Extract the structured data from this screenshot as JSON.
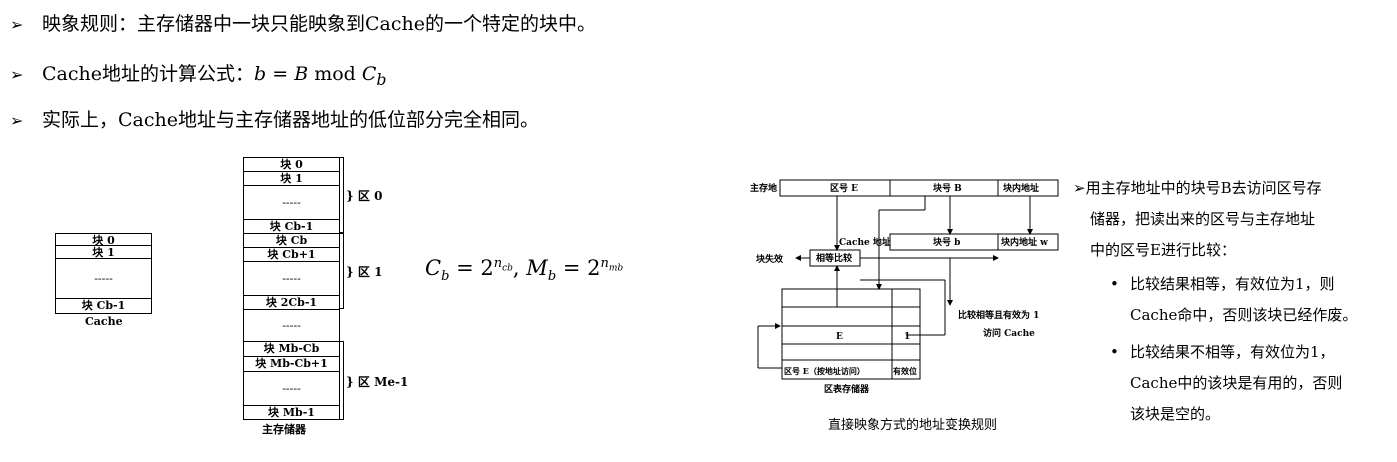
{
  "bullets": [
    {
      "marker": "➢",
      "text": "映象规则：主存储器中一块只能映象到Cache的一个特定的块中。"
    },
    {
      "marker": "➢",
      "prefix": "Cache地址的计算公式：",
      "formula": {
        "lhs": "b",
        "eq": "=",
        "var": "B",
        "op": "mod",
        "rhs_base": "C",
        "rhs_sub": "b"
      }
    },
    {
      "marker": "➢",
      "text": "实际上，Cache地址与主存储器地址的低位部分完全相同。"
    }
  ],
  "cache_box": {
    "rows": [
      "块 0",
      "块 1",
      "-----",
      "块 Cb-1"
    ],
    "label": "Cache"
  },
  "main_memory": {
    "rows": [
      "块 0",
      "块 1",
      "-----",
      "块 Cb-1",
      "块 Cb",
      "块 Cb+1",
      "-----",
      "块 2Cb-1",
      "-----",
      "块 Mb-Cb",
      "块 Mb-Cb+1",
      "-----",
      "块 Mb-1"
    ],
    "regions": [
      "区 0",
      "区 1",
      "区 Me-1"
    ],
    "label": "主存储器"
  },
  "formula2": {
    "lhs": "C",
    "lhs_sub": "b",
    "base": "2",
    "exp1_base": "n",
    "exp1_sub": "cb",
    "sep": ",",
    "rhs": "M",
    "rhs_sub": "b",
    "exp2_base": "n",
    "exp2_sub": "mb"
  },
  "translation_diagram": {
    "main_addr_label": "主存地",
    "main_fields": [
      "区号 E",
      "块号 B",
      "块内地址"
    ],
    "cache_addr_label": "Cache 地址",
    "cache_fields": [
      "块号 b",
      "块内地址 w"
    ],
    "compare_label": "相等比较",
    "invalid_label": "块失效",
    "result_label_1": "比较相等且有效为 1",
    "result_label_2": "访问 Cache",
    "table_entry": "E",
    "table_valid": "1",
    "table_header_1": "区号 E（按地址访问）",
    "table_header_2": "有效位",
    "table_caption": "区表存储器",
    "caption": "直接映象方式的地址变换规则"
  },
  "right_text": {
    "main_marker": "➢",
    "main_lines": [
      "用主存地址中的块号B去访问区号存",
      "储器，把读出来的区号与主存地址",
      "中的区号E进行比较："
    ],
    "sub_items": [
      {
        "marker": "•",
        "lines": [
          "比较结果相等，有效位为1，则",
          "Cache命中，否则该块已经作废。"
        ]
      },
      {
        "marker": "•",
        "lines": [
          "比较结果不相等，有效位为1，",
          "Cache中的该块是有用的，否则",
          "该块是空的。"
        ]
      }
    ]
  }
}
